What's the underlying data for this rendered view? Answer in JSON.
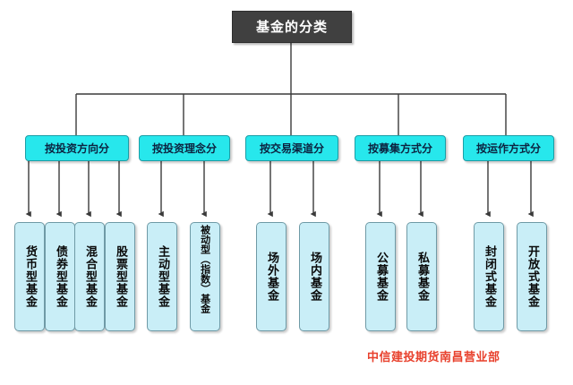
{
  "diagram": {
    "type": "organizational-tree",
    "root": {
      "label": "基金的分类",
      "fill": "#404040",
      "text_color": "#ffffff"
    },
    "category_fill": "#27e7ec",
    "category_text_color": "#0c2340",
    "leaf_fill": "#c9eef7",
    "leaf_text_color": "#0a0a0a",
    "categories": [
      {
        "label": "按投资方向分",
        "children": [
          {
            "label": "货币型基金"
          },
          {
            "label": "债券型基金"
          },
          {
            "label": "混合型基金"
          },
          {
            "label": "股票型基金"
          }
        ]
      },
      {
        "label": "按投资理念分",
        "children": [
          {
            "label": "主动型基金"
          },
          {
            "label": "被动型（指数）基金"
          }
        ]
      },
      {
        "label": "按交易渠道分",
        "children": [
          {
            "label": "场外基金"
          },
          {
            "label": "场内基金"
          }
        ]
      },
      {
        "label": "按募集方式分",
        "children": [
          {
            "label": "公募基金"
          },
          {
            "label": "私募基金"
          }
        ]
      },
      {
        "label": "按运作方式分",
        "children": [
          {
            "label": "封闭式基金"
          },
          {
            "label": "开放式基金"
          }
        ]
      }
    ]
  },
  "footer": {
    "credit": "中信建投期货南昌营业部",
    "color": "#e8402c"
  }
}
